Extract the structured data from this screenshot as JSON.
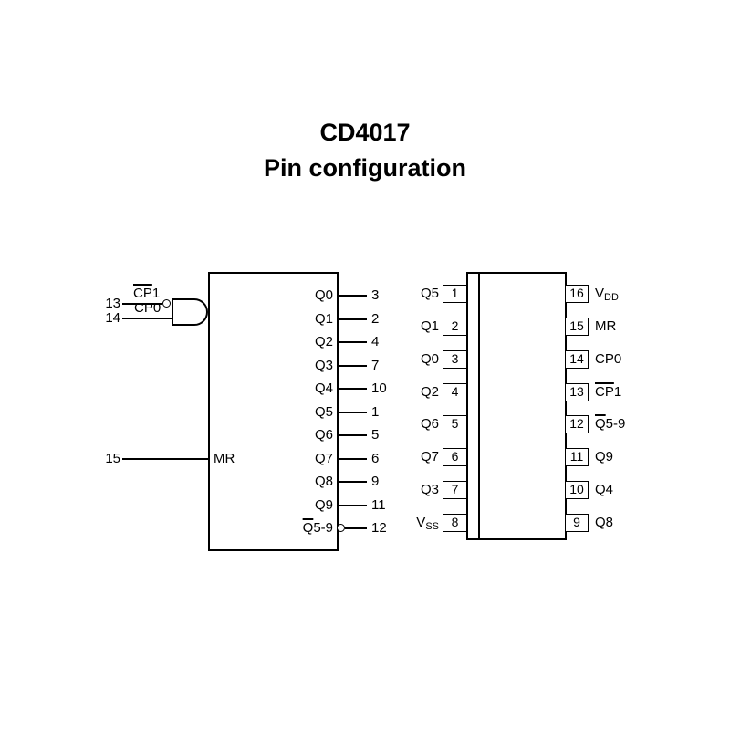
{
  "title": {
    "line1": "CD4017",
    "line2": "Pin configuration"
  },
  "colors": {
    "ink": "#000000",
    "background": "#ffffff"
  },
  "block": {
    "inputs": [
      {
        "pin": "13",
        "overline": "CP",
        "rest": "1",
        "inverted": true
      },
      {
        "pin": "14",
        "label": "CP0"
      },
      {
        "pin": "15",
        "label": "MR"
      }
    ],
    "outputs": [
      {
        "label": "Q0",
        "pin": "3"
      },
      {
        "label": "Q1",
        "pin": "2"
      },
      {
        "label": "Q2",
        "pin": "4"
      },
      {
        "label": "Q3",
        "pin": "7"
      },
      {
        "label": "Q4",
        "pin": "10"
      },
      {
        "label": "Q5",
        "pin": "1"
      },
      {
        "label": "Q6",
        "pin": "5"
      },
      {
        "label": "Q7",
        "pin": "6"
      },
      {
        "label": "Q8",
        "pin": "9"
      },
      {
        "label": "Q9",
        "pin": "11"
      },
      {
        "overline": "Q",
        "rest": "5-9",
        "pin": "12",
        "inverted": true
      }
    ]
  },
  "pinout": {
    "rows": [
      {
        "left": {
          "pin": "1",
          "label": "Q5"
        },
        "right": {
          "pin": "16",
          "base": "V",
          "sub": "DD"
        }
      },
      {
        "left": {
          "pin": "2",
          "label": "Q1"
        },
        "right": {
          "pin": "15",
          "label": "MR"
        }
      },
      {
        "left": {
          "pin": "3",
          "label": "Q0"
        },
        "right": {
          "pin": "14",
          "label": "CP0"
        }
      },
      {
        "left": {
          "pin": "4",
          "label": "Q2"
        },
        "right": {
          "pin": "13",
          "overline": "CP",
          "rest": "1"
        }
      },
      {
        "left": {
          "pin": "5",
          "label": "Q6"
        },
        "right": {
          "pin": "12",
          "overline": "Q",
          "rest": "5-9"
        }
      },
      {
        "left": {
          "pin": "6",
          "label": "Q7"
        },
        "right": {
          "pin": "11",
          "label": "Q9"
        }
      },
      {
        "left": {
          "pin": "7",
          "label": "Q3"
        },
        "right": {
          "pin": "10",
          "label": "Q4"
        }
      },
      {
        "left": {
          "pin": "8",
          "base": "V",
          "sub": "SS"
        },
        "right": {
          "pin": "9",
          "label": "Q8"
        }
      }
    ]
  }
}
